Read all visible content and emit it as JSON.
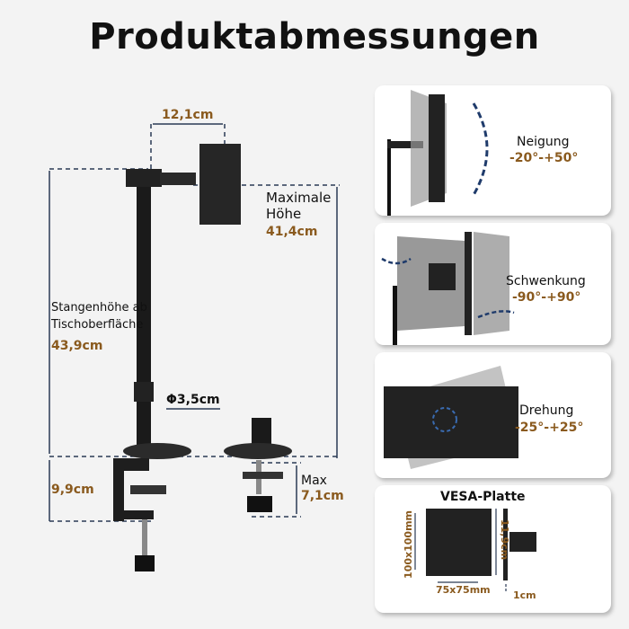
{
  "title": "Produktabmessungen",
  "main": {
    "arm_width": "12,1cm",
    "max_height_label_1": "Maximale",
    "max_height_label_2": "Höhe",
    "max_height_value": "41,4cm",
    "pole_height_label_1": "Stangenhöhe ab",
    "pole_height_label_2": "Tischoberfläche",
    "pole_height_value": "43,9cm",
    "pole_diameter": "Φ3,5cm",
    "clamp_height": "9,9cm",
    "grommet_label": "Max",
    "grommet_value": "7,1cm"
  },
  "panels": [
    {
      "label": "Neigung",
      "value": "-20°-+50°"
    },
    {
      "label": "Schwenkung",
      "value": "-90°-+90°"
    },
    {
      "label": "Drehung",
      "value": "-25°-+25°"
    },
    {
      "label": "VESA-Platte",
      "vesa_size": "100x100mm",
      "vesa_small": "75x75mm",
      "plate_height": "11,9cm",
      "plate_depth": "1cm"
    }
  ],
  "colors": {
    "accent": "#8a5a1e",
    "dash": "#2a3a55",
    "background": "#f3f3f3"
  }
}
